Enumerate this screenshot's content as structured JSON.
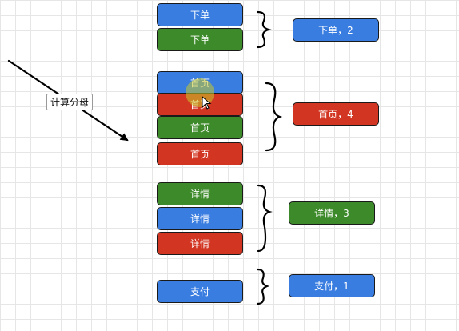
{
  "groups": [
    {
      "items": [
        {
          "label": "下单",
          "color": "blue"
        },
        {
          "label": "下单",
          "color": "green"
        }
      ],
      "summary": {
        "label": "下单，2",
        "color": "blue"
      }
    },
    {
      "items": [
        {
          "label": "首页",
          "color": "blue"
        },
        {
          "label": "首页",
          "color": "red"
        },
        {
          "label": "首页",
          "color": "green"
        },
        {
          "label": "首页",
          "color": "red"
        }
      ],
      "summary": {
        "label": "首页，4",
        "color": "red"
      }
    },
    {
      "items": [
        {
          "label": "详情",
          "color": "green"
        },
        {
          "label": "详情",
          "color": "blue"
        },
        {
          "label": "详情",
          "color": "red"
        }
      ],
      "summary": {
        "label": "详情，3",
        "color": "green"
      }
    },
    {
      "items": [
        {
          "label": "支付",
          "color": "blue"
        }
      ],
      "summary": {
        "label": "支付，1",
        "color": "blue"
      }
    }
  ],
  "arrow_note": "计算分母",
  "colors": {
    "blue": "#3a7de0",
    "green": "#3d8a2a",
    "red": "#d23623"
  }
}
